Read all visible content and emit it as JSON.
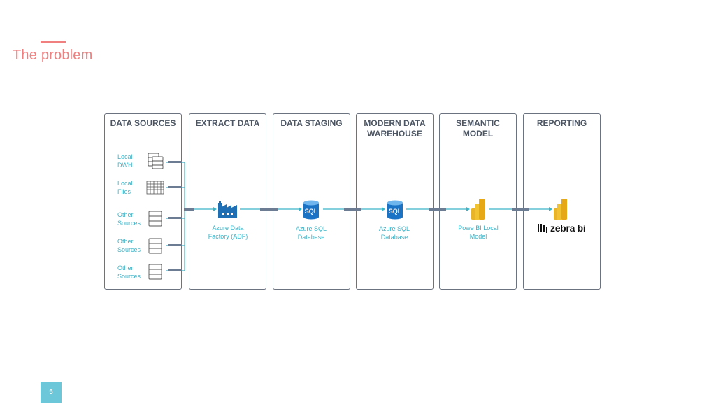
{
  "slide": {
    "title": "The problem",
    "page_number": "5",
    "accent_color": "#f07f7f",
    "link_color": "#3bb3c7"
  },
  "columns": [
    {
      "title": "DATA SOURCES"
    },
    {
      "title": "EXTRACT DATA"
    },
    {
      "title": "DATA STAGING"
    },
    {
      "title": "MODERN DATA\nWAREHOUSE"
    },
    {
      "title": "SEMANTIC\nMODEL"
    },
    {
      "title": "REPORTING"
    }
  ],
  "sources": [
    {
      "label": "Local\nDWH",
      "icon": "database-stack-icon"
    },
    {
      "label": "Local\nFiles",
      "icon": "spreadsheet-icon"
    },
    {
      "label": "Other\nSources",
      "icon": "table-icon"
    },
    {
      "label": "Other\nSources",
      "icon": "table-icon"
    },
    {
      "label": "Other\nSources",
      "icon": "table-icon"
    }
  ],
  "nodes": [
    {
      "label": "Azure Data\nFactory (ADF)",
      "icon": "factory-icon"
    },
    {
      "label": "Azure SQL\nDatabase",
      "icon": "sql-database-icon",
      "badge": "SQL"
    },
    {
      "label": "Azure SQL\nDatabase",
      "icon": "sql-database-icon",
      "badge": "SQL"
    },
    {
      "label": "Powe BI Local\nModel",
      "icon": "power-bi-icon"
    }
  ],
  "reporting": {
    "brand": "zebra bi",
    "icon": "power-bi-icon"
  }
}
